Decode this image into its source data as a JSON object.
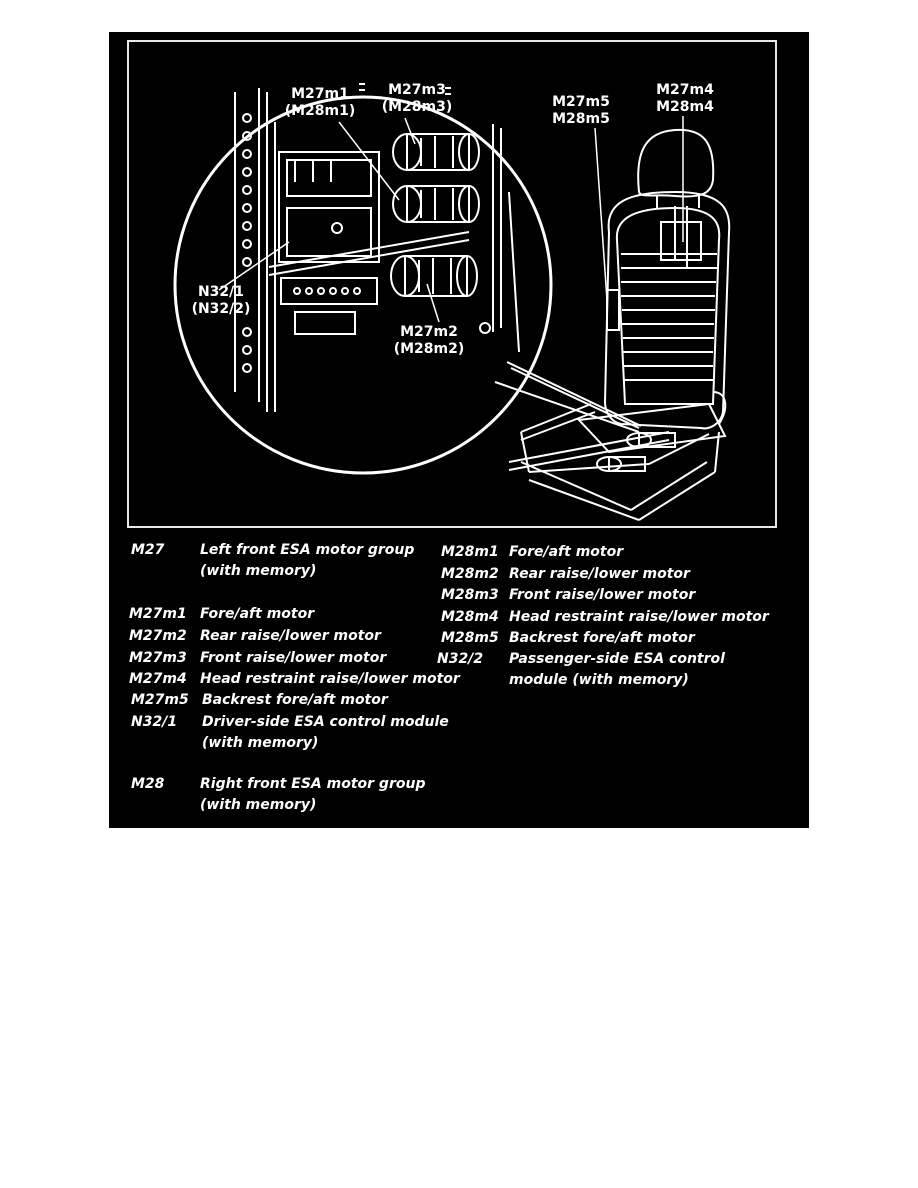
{
  "callouts": {
    "m27m1": "M27m1",
    "m28m1": "(M28m1)",
    "m27m3": "M27m3",
    "m28m3": "(M28m3)",
    "m27m5": "M27m5",
    "m28m5": "M28m5",
    "m27m4": "M27m4",
    "m28m4": "M28m4",
    "n321": "N32/1",
    "n322": "(N32/2)",
    "m27m2": "M27m2",
    "m28m2": "(M28m2)"
  },
  "legend": {
    "left": [
      {
        "code": "M27",
        "desc": [
          "Left front ESA motor group",
          "(with memory)"
        ]
      },
      {
        "code": "M27m1",
        "desc": [
          "Fore/aft motor"
        ]
      },
      {
        "code": "M27m2",
        "desc": [
          "Rear raise/lower motor"
        ]
      },
      {
        "code": "M27m3",
        "desc": [
          "Front raise/lower motor"
        ]
      },
      {
        "code": "M27m4",
        "desc": [
          "Head restraint raise/lower motor"
        ]
      },
      {
        "code": "M27m5",
        "desc": [
          "Backrest fore/aft motor"
        ]
      },
      {
        "code": "N32/1",
        "desc": [
          "Driver-side ESA control module",
          "(with memory)"
        ]
      },
      {
        "code": "M28",
        "desc": [
          "Right front ESA motor group",
          "(with memory)"
        ]
      }
    ],
    "right": [
      {
        "code": "M28m1",
        "desc": [
          "Fore/aft motor"
        ]
      },
      {
        "code": "M28m2",
        "desc": [
          "Rear raise/lower motor"
        ]
      },
      {
        "code": "M28m3",
        "desc": [
          "Front raise/lower motor"
        ]
      },
      {
        "code": "M28m4",
        "desc": [
          "Head restraint raise/lower motor"
        ]
      },
      {
        "code": "M28m5",
        "desc": [
          "Backrest fore/aft motor"
        ]
      },
      {
        "code": "N32/2",
        "desc": [
          "Passenger-side ESA control",
          "module (with memory)"
        ]
      }
    ]
  }
}
